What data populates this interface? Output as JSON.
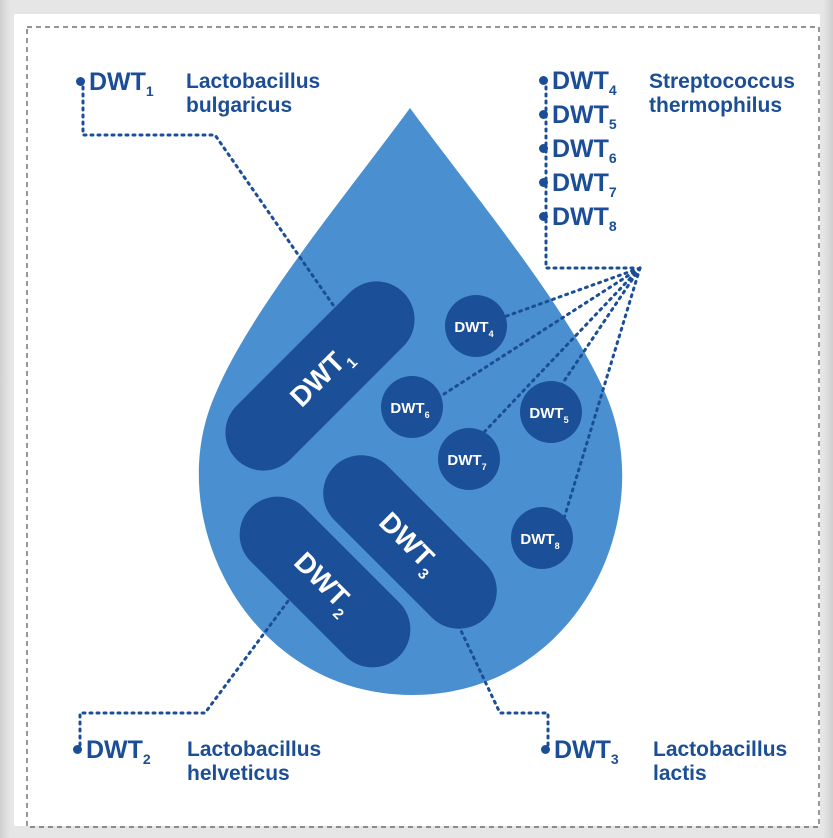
{
  "colors": {
    "drop": "#4a90d0",
    "shape": "#1b4f98",
    "text_dark": "#1b4e96",
    "shape_text": "#ffffff",
    "border": "#555555",
    "background": "#ffffff"
  },
  "dwt_symbol": "DWT",
  "legend": {
    "top_left": {
      "sub": "1",
      "species_line1": "Lactobacillus",
      "species_line2": "bulgaricus"
    },
    "top_right": {
      "items": [
        {
          "sub": "4"
        },
        {
          "sub": "5"
        },
        {
          "sub": "6"
        },
        {
          "sub": "7"
        },
        {
          "sub": "8"
        }
      ],
      "species_line1": "Streptococcus",
      "species_line2": "thermophilus"
    },
    "bottom_left": {
      "sub": "2",
      "species_line1": "Lactobacillus",
      "species_line2": "helveticus"
    },
    "bottom_right": {
      "sub": "3",
      "species_line1": "Lactobacillus",
      "species_line2": "lactis"
    }
  },
  "rods": [
    {
      "sub": "1"
    },
    {
      "sub": "2"
    },
    {
      "sub": "3"
    }
  ],
  "cocci": [
    {
      "sub": "4"
    },
    {
      "sub": "5"
    },
    {
      "sub": "6"
    },
    {
      "sub": "7"
    },
    {
      "sub": "8"
    }
  ]
}
